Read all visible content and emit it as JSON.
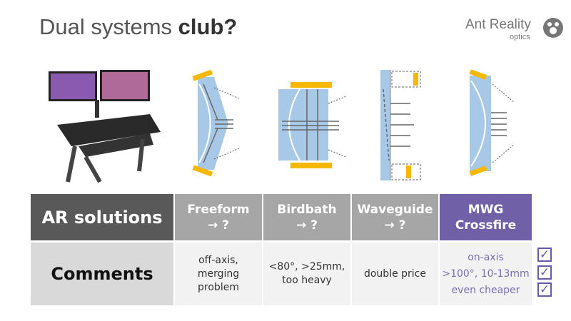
{
  "title": {
    "regular": "Dual systems ",
    "bold": "club?"
  },
  "logo": {
    "name": "Ant Reality",
    "sub": "optics"
  },
  "colors": {
    "purple": "#7060a8",
    "dark": "#595959",
    "gray": "#a6a6a6",
    "light": "#f2f2f2",
    "mirror": "#f5b800",
    "glass": "#a8c8e8"
  },
  "table": {
    "header_label": "AR solutions",
    "columns": [
      {
        "line1": "Freeform",
        "line2": "→ ?"
      },
      {
        "line1": "Birdbath",
        "line2": "→ ?"
      },
      {
        "line1": "Waveguide",
        "line2": "→ ?"
      },
      {
        "line1": "MWG",
        "line2": "Crossfire"
      }
    ],
    "row_label": "Comments",
    "comments": [
      [
        "off-axis,",
        "merging",
        "problem"
      ],
      [
        "<80°, >25mm,",
        "too heavy"
      ],
      [
        "double price"
      ],
      [
        "on-axis",
        ">100°, 10-13mm",
        "even cheaper"
      ]
    ],
    "checkmarks": [
      "✓",
      "✓",
      "✓"
    ]
  }
}
